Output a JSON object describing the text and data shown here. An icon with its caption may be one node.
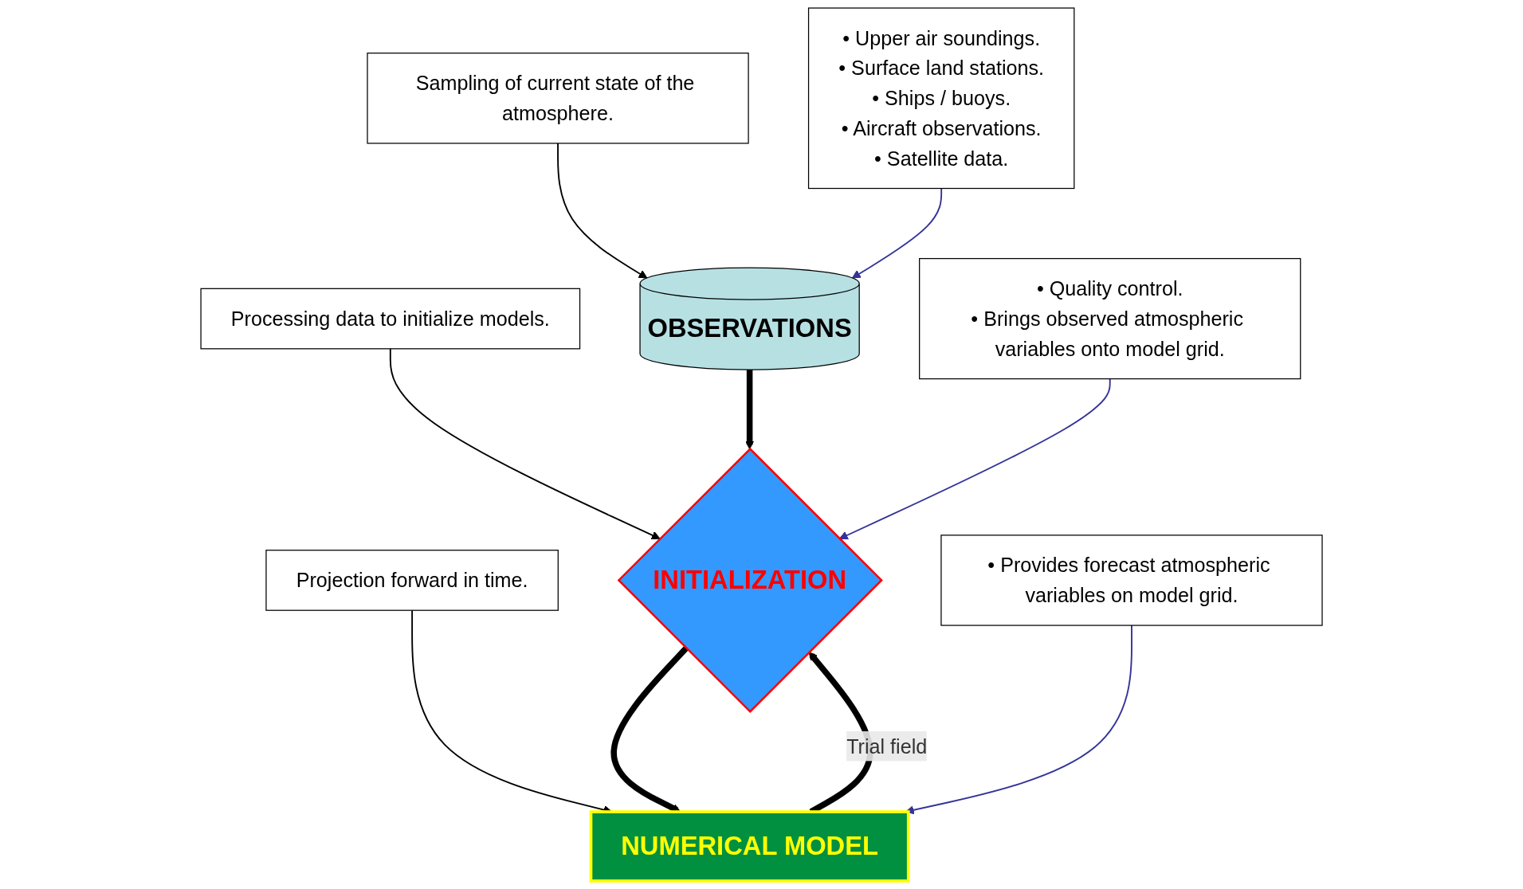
{
  "diagram": {
    "nodes": [
      {
        "text": [
          "Sampling of current state of the atmosphere."
        ]
      },
      {
        "text": [
          "Processing data to initialize models."
        ]
      },
      {
        "text": [
          "Projection forward in time."
        ]
      },
      {
        "text": [
          "OBSERVATIONS"
        ]
      },
      {
        "text": [
          "INITIALIZATION"
        ]
      },
      {
        "text": [
          "NUMERICAL MODEL"
        ]
      },
      {
        "text": [
          "• Upper air soundings.",
          "• Surface land stations.",
          "• Ships / buoys.",
          "• Aircraft observations.",
          "• Satellite data."
        ]
      },
      {
        "text": [
          "• Quality control.",
          "• Brings observed atmospheric variables onto model grid."
        ]
      },
      {
        "text": [
          "• Provides forecast atmospheric variables on model grid."
        ]
      }
    ],
    "edges": [
      {
        "from": 0,
        "to": 3,
        "arrow": "to"
      },
      {
        "from": 1,
        "to": 4,
        "arrow": "to"
      },
      {
        "from": 2,
        "to": 5,
        "arrow": "to"
      },
      {
        "from": 3,
        "to": 4,
        "arrow": "to",
        "style": "thick"
      },
      {
        "from": 4,
        "to": 5,
        "arrow": "to",
        "style": "thick"
      },
      {
        "from": 5,
        "to": 4,
        "arrow": "to",
        "style": "thick",
        "label": "Trial field"
      },
      {
        "from": 6,
        "to": 3,
        "arrow": "to",
        "color": "#333399"
      },
      {
        "from": 7,
        "to": 4,
        "arrow": "to",
        "color": "#333399"
      },
      {
        "from": 8,
        "to": 5,
        "arrow": "to",
        "color": "#333399"
      }
    ]
  }
}
